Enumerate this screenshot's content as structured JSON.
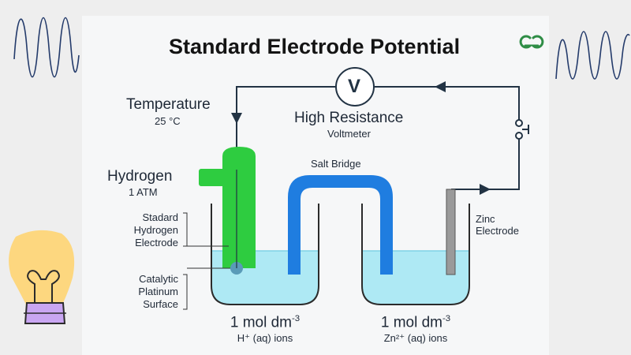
{
  "title": "Standard Electrode Potential",
  "logo_text": "ⰺⰺ",
  "voltmeter": {
    "symbol": "V",
    "label": "High Resistance",
    "sublabel": "Voltmeter"
  },
  "temperature": {
    "label": "Temperature",
    "value": "25 °C"
  },
  "hydrogen": {
    "label": "Hydrogen",
    "value": "1 ATM"
  },
  "salt_bridge": "Salt Bridge",
  "zinc_electrode": [
    "Zinc",
    "Electrode"
  ],
  "she_label": [
    "Stadard",
    "Hydrogen",
    "Electrode"
  ],
  "catalytic_label": [
    "Catalytic",
    "Platinum",
    "Surface"
  ],
  "left_solution": {
    "conc_base": "1 mol dm",
    "conc_exp": "-3",
    "ion": "H⁺ (aq) ions"
  },
  "right_solution": {
    "conc_base": "1 mol dm",
    "conc_exp": "-3",
    "ion": "Zn²⁺ (aq) ions"
  },
  "colors": {
    "wire": "#223344",
    "solution": "#aee9f4",
    "solution_line": "#7fd3e6",
    "hydrogen_tube": "#2ecc40",
    "salt_bridge": "#1f7de0",
    "wave": "#243b6b",
    "logo": "#2f8d46",
    "bulb": "#fdd77f"
  }
}
